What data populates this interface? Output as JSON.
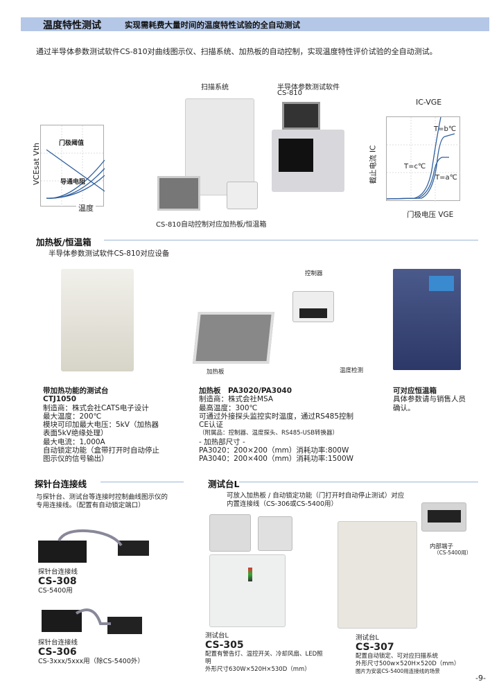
{
  "header": {
    "title": "温度特性测试",
    "subtitle": "实现需耗费大量时间的温度特性试验的全自动测试"
  },
  "intro": "通过半导体参数测试软件CS-810对曲线图示仪、扫描系统、加热板的自动控制，实现温度特性评价试验的全自动测试。",
  "overview": {
    "left_chart": {
      "threshold_label": "门极阈值",
      "on_resistance_label": "导通电阻",
      "y_label": "VCEsat Vth",
      "x_label": "温度"
    },
    "photo_labels": {
      "scan": "扫描系统",
      "software_line1": "半导体参数测试软件",
      "software_line2": "CS-810",
      "caption": "CS-810自动控制对应加热板/恒温箱"
    },
    "right_chart": {
      "title": "IC-VGE",
      "y_label": "截止电流 IC",
      "x_label": "门极电压 VGE",
      "t_b": "T=b℃",
      "t_c": "T=c℃",
      "t_a": "T=a℃"
    }
  },
  "heater_section": {
    "title": "加热板/恒温箱",
    "subtitle": "半导体参数测试软件CS-810对应设备",
    "photo_labels": {
      "controller": "控制器",
      "heater": "加热板",
      "temp_probe": "温度检测"
    },
    "col1": [
      "带加热功能的测试台",
      "CTJ1050",
      "制造商：株式会社CATS电子设计",
      "最大温度：200℃",
      "模块可印加最大电压：5kV（加热器",
      "表面5kV绝缘处理）",
      "最大电流：1,000A",
      "自动锁定功能（盒带打开时自动停止",
      "图示仪的信号输出）"
    ],
    "col2": [
      "加热板　PA3020/PA3040",
      "制造商：株式会社MSA",
      "最高温度：300℃",
      "可通过外接探头监控实时温度，通过RS485控制",
      "CE认证",
      "（附属品：控制器、温度探头、RS485-USB转换器）",
      " - 加热部尺寸 -",
      "PA3020：200×200（mm）消耗功率:800W",
      "PA3040：200×400（mm）消耗功率:1500W"
    ],
    "col3": [
      "可对应恒温箱",
      "具体参数请与销售人员",
      "确认。"
    ]
  },
  "probe_section": {
    "title": "探针台连接线",
    "desc": [
      "与探针台、测试台等连接时控制曲线图示仪的",
      "专用连接线。（配置有自动锁定端口）"
    ],
    "items": [
      {
        "name": "探针台连接线",
        "model": "CS-308",
        "note": "CS-5400用"
      },
      {
        "name": "探针台连接线",
        "model": "CS-306",
        "note": "CS-3xxx/5xxx用（除CS-5400外）"
      }
    ]
  },
  "bench_section": {
    "title": "测试台L",
    "desc": [
      "可放入加热板 / 自动锁定功能（门打开时自动停止测试）对应",
      "内置连接线（CS-306或CS-5400用）"
    ],
    "terminal_label": "内部端子",
    "terminal_note": "（CS-5400用）",
    "items": [
      {
        "name": "测试台L",
        "model": "CS-305",
        "lines": [
          "配置有警告灯、温控开关、冷却风扇、LED照",
          "明",
          "外形尺寸630W×520H×530D（mm）"
        ]
      },
      {
        "name": "测试台L",
        "model": "CS-307",
        "lines": [
          "配置自动锁定、可对应扫描系统",
          "外形尺寸500w×520H×520D（mm）",
          "图片为安装CS-5400用连接线的场景"
        ]
      }
    ]
  },
  "page_number": "-9-"
}
